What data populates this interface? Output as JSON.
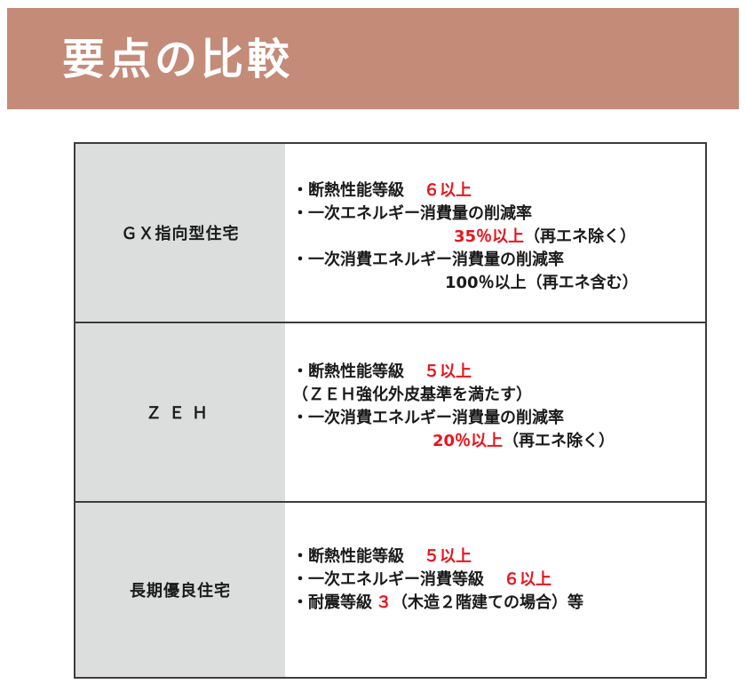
{
  "title": "要点の比較",
  "rows": [
    {
      "label": "ＧＸ指向型住宅",
      "lines": [
        {
          "text": "・断熱性能等級",
          "red": "６以上",
          "after": ""
        },
        {
          "text": "・一次エネルギー消費量の削減率",
          "red": "",
          "after": ""
        },
        {
          "text": "",
          "red": "35％以上",
          "after": "（再エネ除く）"
        },
        {
          "text": "・一次消費エネルギー消費量の削減率",
          "red": "",
          "after": ""
        },
        {
          "text": "100％以上（再エネ含む）",
          "red": "",
          "after": ""
        }
      ]
    },
    {
      "label": "ＺＥＨ",
      "lines": [
        {
          "text": "・断熱性能等級",
          "red": "５以上",
          "after": ""
        },
        {
          "text": "（ＺＥＨ強化外皮基準を満たす）",
          "red": "",
          "after": ""
        },
        {
          "text": "・一次消費エネルギー消費量の削減率",
          "red": "",
          "after": ""
        },
        {
          "text": "",
          "red": "20％以上",
          "after": "（再エネ除く）"
        }
      ]
    },
    {
      "label": "長期優良住宅",
      "lines": [
        {
          "text": "・断熱性能等級",
          "red": "５以上",
          "after": ""
        },
        {
          "text": "・一次エネルギー消費等級",
          "red": "６以上",
          "after": ""
        },
        {
          "text": "・耐震等級",
          "red": "３",
          "after": "（木造２階建ての場合）等"
        }
      ]
    }
  ],
  "colors": {
    "banner": "#c38b78",
    "label_bg": "#dcdddd",
    "highlight": "#e8141c"
  }
}
